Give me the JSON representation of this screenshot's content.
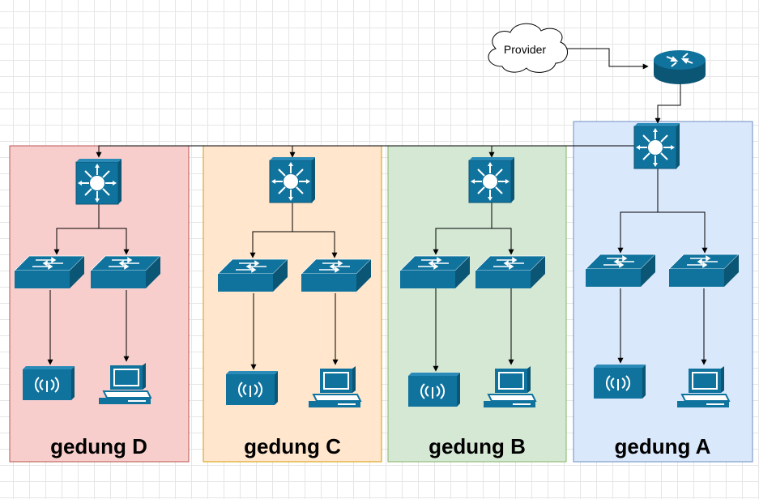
{
  "cloud": {
    "label": "Provider"
  },
  "colors": {
    "device": "#10739e",
    "device_dark": "#0b5575",
    "line": "#000000"
  },
  "buildings": [
    {
      "id": "D",
      "label": "gedung D",
      "fill": "#f8cecc",
      "stroke": "#b85450",
      "end_device": "wireless-ap-icon"
    },
    {
      "id": "C",
      "label": "gedung C",
      "fill": "#ffe6cc",
      "stroke": "#d79b00",
      "end_device": "wireless-ap-icon"
    },
    {
      "id": "B",
      "label": "gedung B",
      "fill": "#d5e8d4",
      "stroke": "#82b366",
      "end_device": "wireless-ap-icon"
    },
    {
      "id": "A",
      "label": "gedung A",
      "fill": "#dae8fc",
      "stroke": "#6c8ebf",
      "end_device": "wireless-ap-icon"
    }
  ]
}
